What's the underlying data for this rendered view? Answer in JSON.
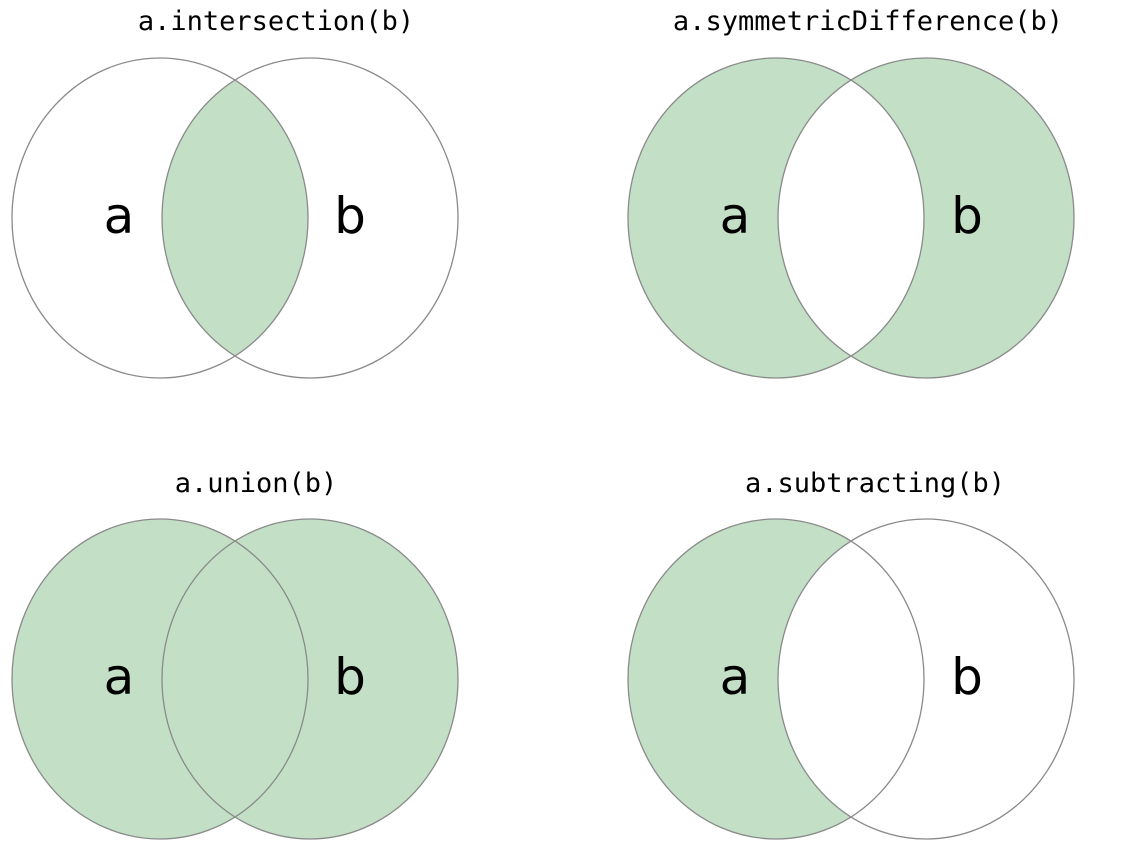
{
  "figure": {
    "type": "venn-diagram-grid",
    "colors": {
      "shaded_fill": "#c3e0c6",
      "circle_outline": "#8a8a8a",
      "title_text": "#000000",
      "label_text": "#000000",
      "background": "#ffffff"
    },
    "panels": [
      {
        "title": "a.intersection(b)",
        "label_a": "a",
        "label_b": "b",
        "shaded_region": "intersection"
      },
      {
        "title": "a.symmetricDifference(b)",
        "label_a": "a",
        "label_b": "b",
        "shaded_region": "symmetric-difference"
      },
      {
        "title": "a.union(b)",
        "label_a": "a",
        "label_b": "b",
        "shaded_region": "union"
      },
      {
        "title": "a.subtracting(b)",
        "label_a": "a",
        "label_b": "b",
        "shaded_region": "a-minus-b"
      }
    ]
  }
}
